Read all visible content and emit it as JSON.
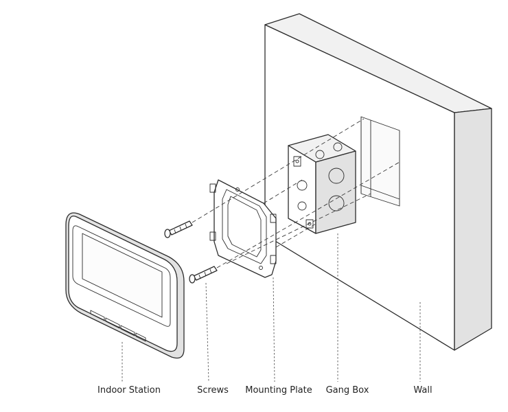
{
  "labels": {
    "indoor_station": "Indoor Station",
    "screws": "Screws",
    "mounting_plate": "Mounting Plate",
    "gang_box": "Gang Box",
    "wall": "Wall"
  }
}
